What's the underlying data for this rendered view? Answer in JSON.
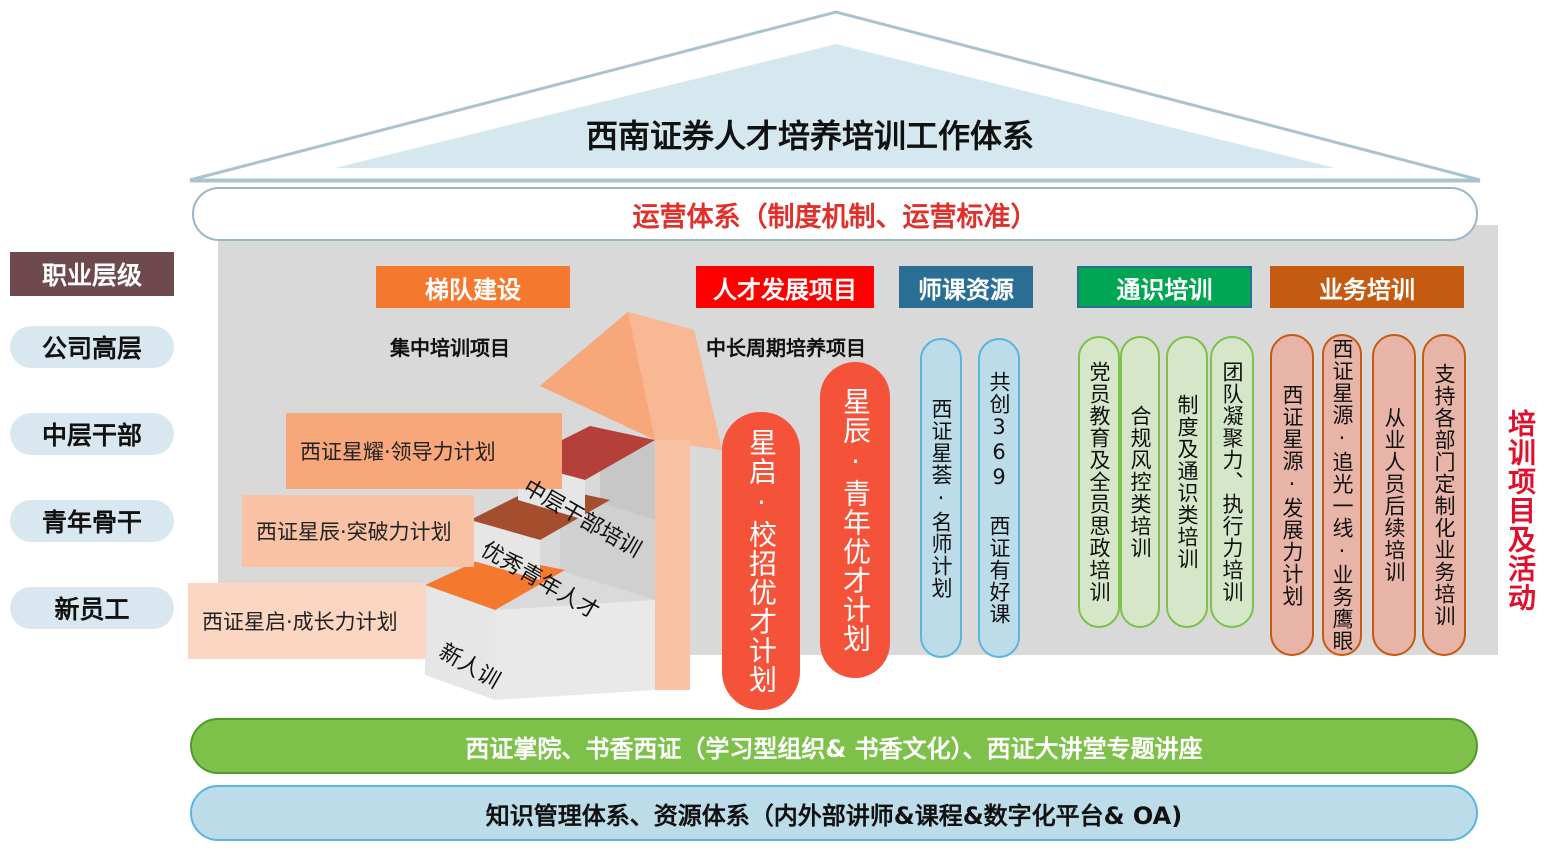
{
  "title": "西南证券人才培养培训工作体系",
  "operations_bar": "运营体系（制度机制、运营标准）",
  "left_axis": {
    "header": "职业层级",
    "levels": [
      "公司高层",
      "中层干部",
      "青年骨干",
      "新员工"
    ]
  },
  "right_label": "培训项目及活动",
  "categories": {
    "echelon": "梯队建设",
    "talent": "人才发展项目",
    "faculty": "师课资源",
    "general": "通识培训",
    "business": "业务培训"
  },
  "subtitles": {
    "echelon": "集中培训项目",
    "talent": "中长周期培养项目"
  },
  "stairs": {
    "plans": [
      "西证星耀·领导力计划",
      "西证星辰·突破力计划",
      "西证星启·成长力计划"
    ],
    "steps": [
      "中层干部培训",
      "优秀青年人才",
      "新人训"
    ]
  },
  "talent_programs": [
    "星启·校招优才计划",
    "星辰·青年优才计划"
  ],
  "faculty_items": [
    "西证星荟·名师计划",
    "共创369 西证有好课"
  ],
  "general_items": [
    "党员教育及全员思政培训",
    "合规风控类培训",
    "制度及通识类培训",
    "团队凝聚力、执行力培训"
  ],
  "business_items": [
    "西证星源·发展力计划",
    "西证星源·追光一线·业务鹰眼",
    "从业人员后续培训",
    "支持各部门定制化业务培训"
  ],
  "bottom_bars": [
    "西证掌院、书香西证（学习型组织& 书香文化）、西证大讲堂专题讲座",
    "知识管理体系、资源体系（内外部讲师&课程&数字化平台& OA)"
  ],
  "colors": {
    "roof_fill": "#d6e8ef",
    "roof_outline": "#9bb7c4",
    "panel_bg": "#d9d9d9",
    "operations_text": "#e0302c",
    "echelon": "#f4782e",
    "talent": "#ff0000",
    "faculty": "#2a6e94",
    "general": "#00a651",
    "business": "#c55a11",
    "green_bar": "#7dc04a",
    "blue_bar": "#bcdce9",
    "right_label": "#e0102c"
  }
}
